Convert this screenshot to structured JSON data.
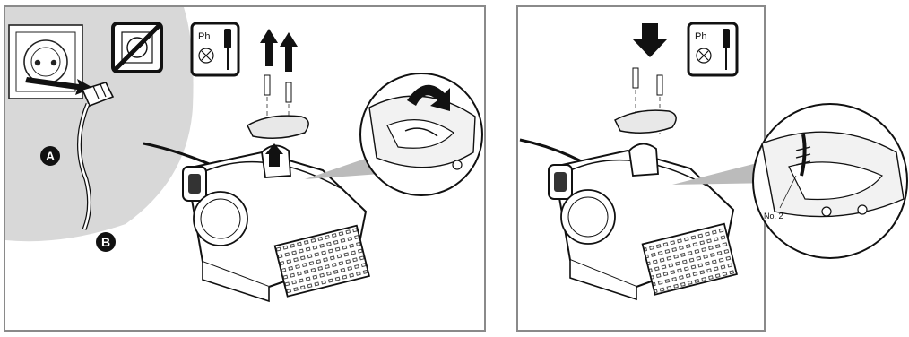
{
  "labels": {
    "step_a": "A",
    "step_b": "B",
    "tool_left": "Ph",
    "tool_right": "Ph",
    "callout": "No. 2"
  },
  "icons": [
    "wall-outlet-icon",
    "no-socket-icon",
    "phillips-screwdriver-icon",
    "up-arrow-icon",
    "down-arrow-icon",
    "pool-robot-illustration"
  ],
  "colors": {
    "frame": "#8a8a8a",
    "shade": "#d6d6d6",
    "ink": "#111111"
  }
}
